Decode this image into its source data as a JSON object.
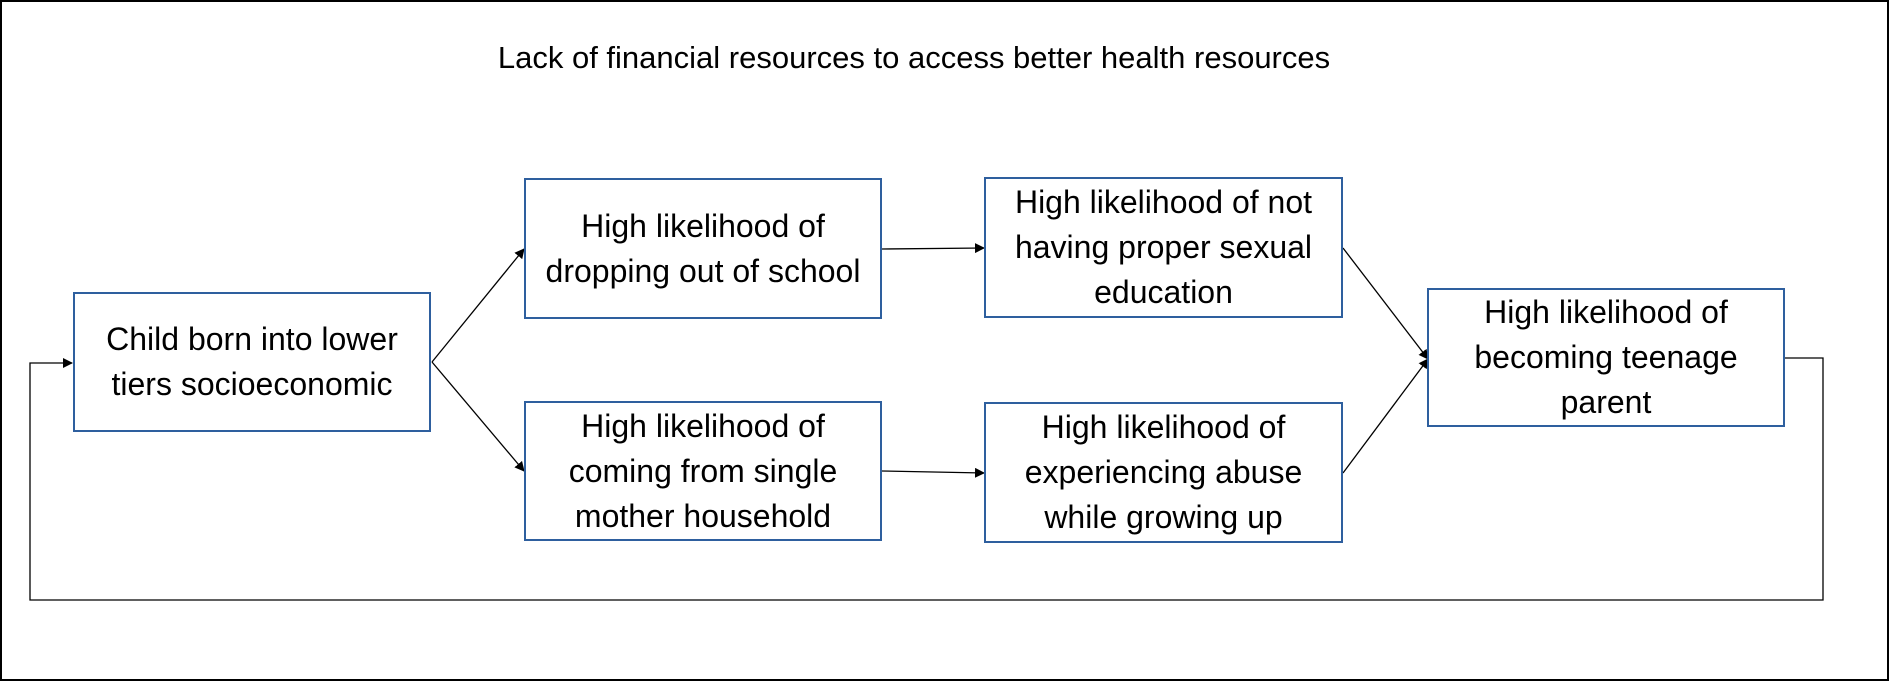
{
  "diagram": {
    "title": "Lack of financial resources to access better health resources",
    "colors": {
      "box_border": "#2e5f9e",
      "connector": "#000000",
      "frame": "#000000"
    },
    "nodes": {
      "start": {
        "label": "Child born into lower tiers socioeconomic"
      },
      "dropout": {
        "label": "High likelihood of dropping out of school"
      },
      "single_mother": {
        "label": "High likelihood of coming from single mother household"
      },
      "sex_ed": {
        "label": "High likelihood of not having proper sexual education"
      },
      "abuse": {
        "label": "High likelihood of experiencing abuse while growing up"
      },
      "teen_parent": {
        "label": "High likelihood of becoming teenage parent"
      }
    },
    "edges": [
      {
        "from": "start",
        "to": "dropout"
      },
      {
        "from": "start",
        "to": "single_mother"
      },
      {
        "from": "dropout",
        "to": "sex_ed"
      },
      {
        "from": "single_mother",
        "to": "abuse"
      },
      {
        "from": "sex_ed",
        "to": "teen_parent"
      },
      {
        "from": "abuse",
        "to": "teen_parent"
      },
      {
        "from": "teen_parent",
        "to": "start"
      }
    ]
  }
}
